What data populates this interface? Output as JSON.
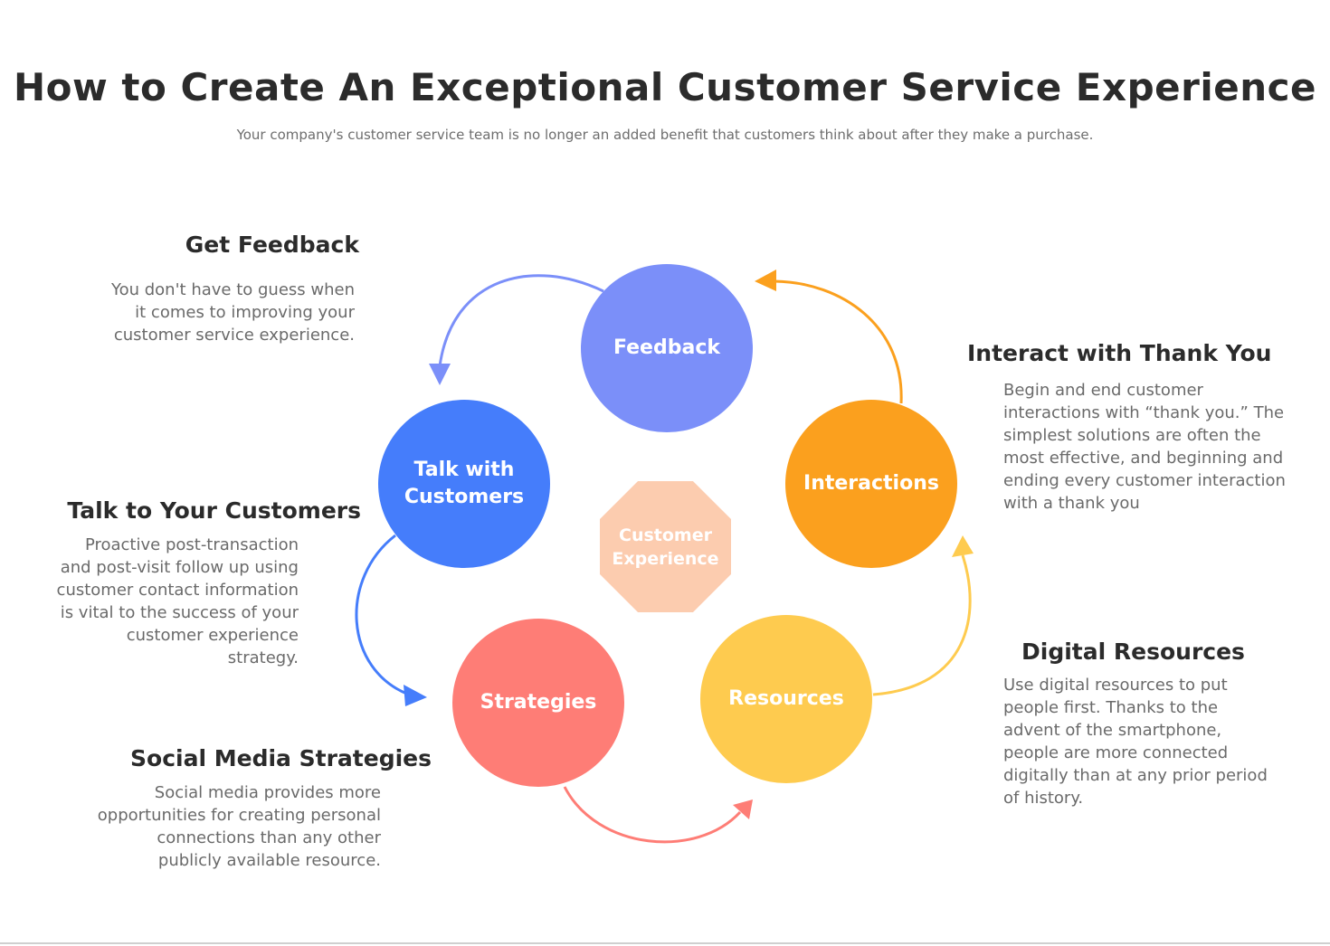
{
  "header": {
    "title": "How to Create An Exceptional Customer Service Experience",
    "subtitle": "Your company's customer service team is no longer an added benefit that customers think about after they make a purchase."
  },
  "center": {
    "label": "Customer Experience",
    "color": "#fcccaf"
  },
  "nodes": {
    "feedback": {
      "label": "Feedback",
      "color": "#7b8ff9"
    },
    "talk": {
      "label": "Talk with Customers",
      "color": "#457dfb"
    },
    "interactions": {
      "label": "Interactions",
      "color": "#fba01e"
    },
    "strategies": {
      "label": "Strategies",
      "color": "#fe7d76"
    },
    "resources": {
      "label": "Resources",
      "color": "#fecb4f"
    }
  },
  "sections": {
    "feedback": {
      "heading": "Get Feedback",
      "text": "You don't have to guess when it comes to improving your customer service experience."
    },
    "talk": {
      "heading": "Talk to Your Customers",
      "text": "Proactive post-transaction and post-visit follow up using customer contact information is vital to the success of your customer experience strategy."
    },
    "social": {
      "heading": "Social Media Strategies",
      "text": "Social media provides more opportunities for creating personal connections than any other publicly available resource."
    },
    "interact": {
      "heading": "Interact with Thank You",
      "text": "Begin and end customer interactions with “thank you.” The simplest solutions are often the most effective, and beginning and ending every customer interaction with a thank you"
    },
    "digital": {
      "heading": "Digital Resources",
      "text": "Use digital resources to put people first. Thanks to the advent of the smartphone, people are more connected digitally than at any prior period of history."
    }
  }
}
